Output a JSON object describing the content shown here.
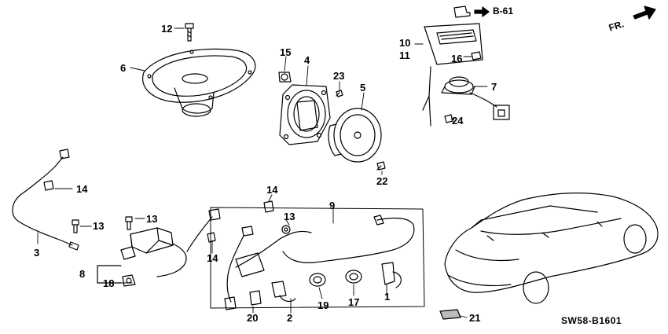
{
  "labels": {
    "p1": "1",
    "p2": "2",
    "p3": "3",
    "p4": "4",
    "p5": "5",
    "p6": "6",
    "p7": "7",
    "p8": "8",
    "p9": "9",
    "p10": "10",
    "p11": "11",
    "p12": "12",
    "p13a": "13",
    "p13b": "13",
    "p13c": "13",
    "p14a": "14",
    "p14b": "14",
    "p14c": "14",
    "p15": "15",
    "p16": "16",
    "p17": "17",
    "p18": "18",
    "p19": "19",
    "p20": "20",
    "p21": "21",
    "p22": "22",
    "p23": "23",
    "p24": "24"
  },
  "ref": "B-61",
  "direction": "FR.",
  "diagram_code": "SW58-B1601"
}
